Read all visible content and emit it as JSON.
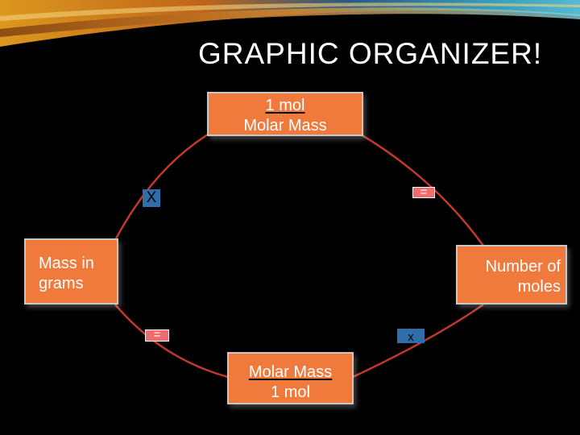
{
  "title": "GRAPHIC ORGANIZER!",
  "boxes": {
    "top": {
      "line1": "1 mol",
      "line2": "Molar Mass"
    },
    "left": {
      "line1": "Mass in",
      "line2": "grams"
    },
    "right": {
      "line1": "Number of",
      "line2": "moles"
    },
    "bottom": {
      "line1": "Molar Mass",
      "line2": "1 mol"
    }
  },
  "operators": {
    "top_left": "X",
    "top_right": "=",
    "bottom_left": "=",
    "bottom_right": "x"
  },
  "colors": {
    "background": "#000000",
    "box_fill": "#f0793c",
    "connector": "#c0392b",
    "multiply_badge": "#2f6ea8",
    "equals_badge": "#f06b6b"
  }
}
